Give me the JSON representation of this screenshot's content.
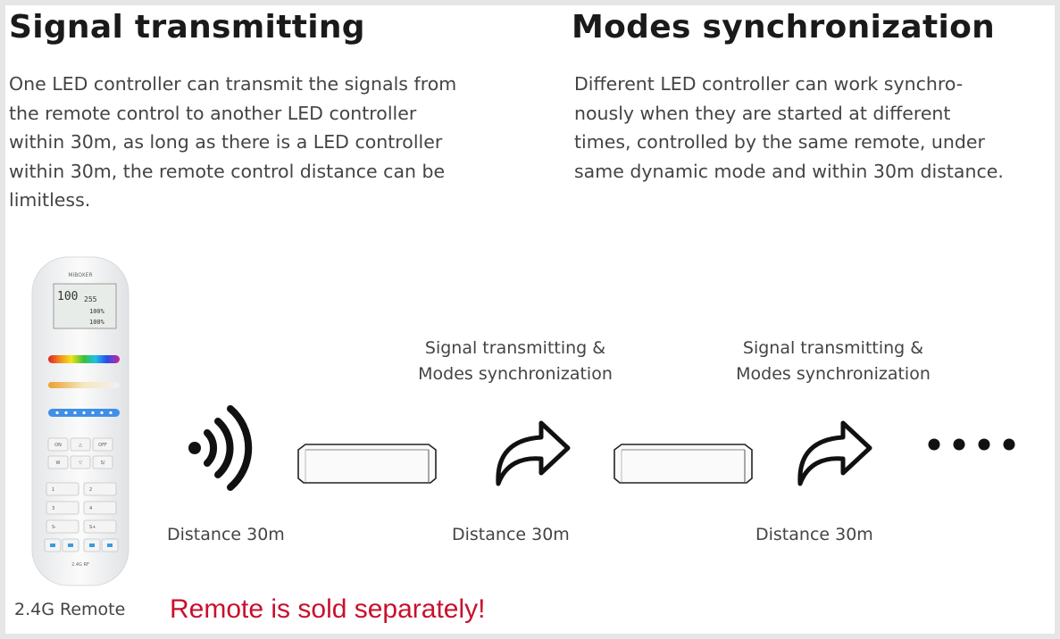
{
  "left": {
    "title": "Signal transmitting",
    "lines": [
      "One LED controller can transmit the signals from",
      "the remote control to another LED controller",
      "within 30m, as long as there is a LED controller",
      "within 30m, the remote control distance can be",
      "limitless."
    ]
  },
  "right": {
    "title": "Modes synchronization",
    "lines": [
      "Different LED controller can work synchro-",
      "nously when they are started at different",
      "times, controlled by the same remote, under",
      "same dynamic mode and within 30m distance."
    ]
  },
  "diagram": {
    "relay_label_line1": "Signal transmitting &",
    "relay_label_line2": "Modes synchronization",
    "distance_label": "Distance 30m"
  },
  "remote": {
    "caption": "2.4G Remote",
    "brand": "MiBOXER",
    "lcd_main": "100",
    "lcd_v1": "255",
    "lcd_v2": "100%",
    "lcd_v3": "100%",
    "footer_brand": "2.4G RF",
    "buttons_top": [
      "ON",
      "△",
      "OFF",
      "W",
      "▽",
      "S/"
    ],
    "zones": [
      "1",
      "2",
      "3",
      "4",
      "S-",
      "S+"
    ]
  },
  "notice": "Remote is sold separately!"
}
